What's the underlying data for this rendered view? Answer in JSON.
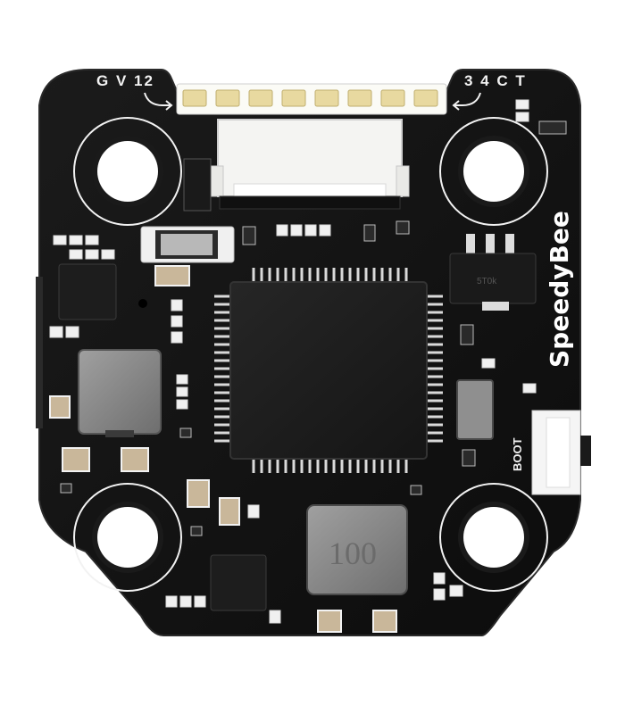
{
  "board": {
    "brand": "SpeedyBee",
    "pin_labels_left": "G V 12",
    "pin_labels_right": "3 4 C T",
    "boot_label": "BOOT",
    "inductor_marking": "100",
    "regulator_marking": "5T0k"
  },
  "colors": {
    "pcb": "#111111",
    "silkscreen": "#f2f2f2",
    "gold_pad": "#e8d9a0",
    "connector": "#f4f4f2",
    "chip": "#1c1c1c",
    "inductor": "#8a8a8a"
  }
}
